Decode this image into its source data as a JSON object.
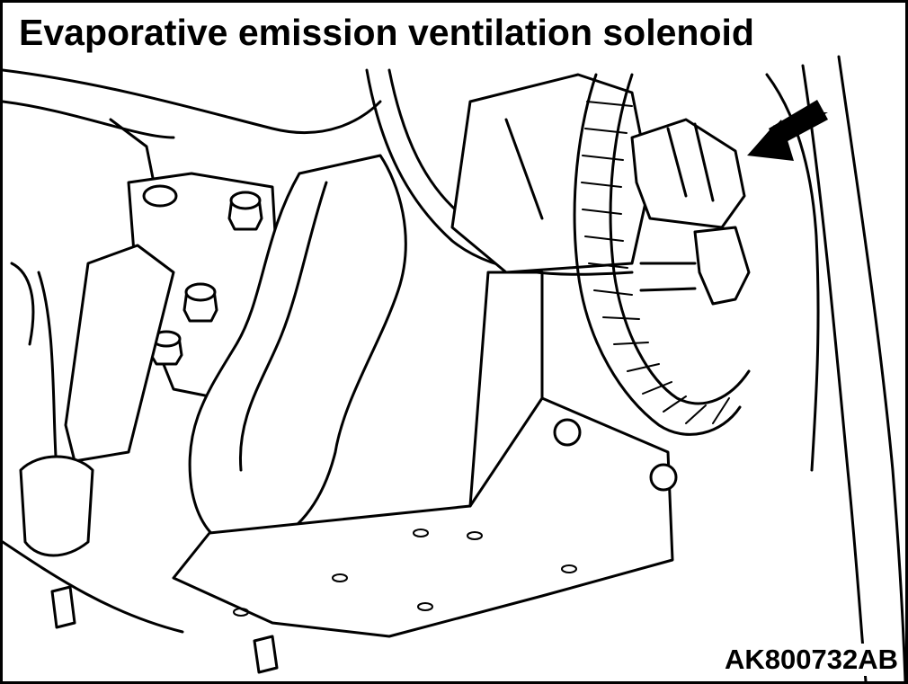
{
  "diagram": {
    "title": "Evaporative emission ventilation solenoid",
    "figure_code": "AK800732AB",
    "colors": {
      "line": "#000000",
      "background": "#ffffff"
    },
    "pointer": "arrow-pointing-to-solenoid"
  }
}
